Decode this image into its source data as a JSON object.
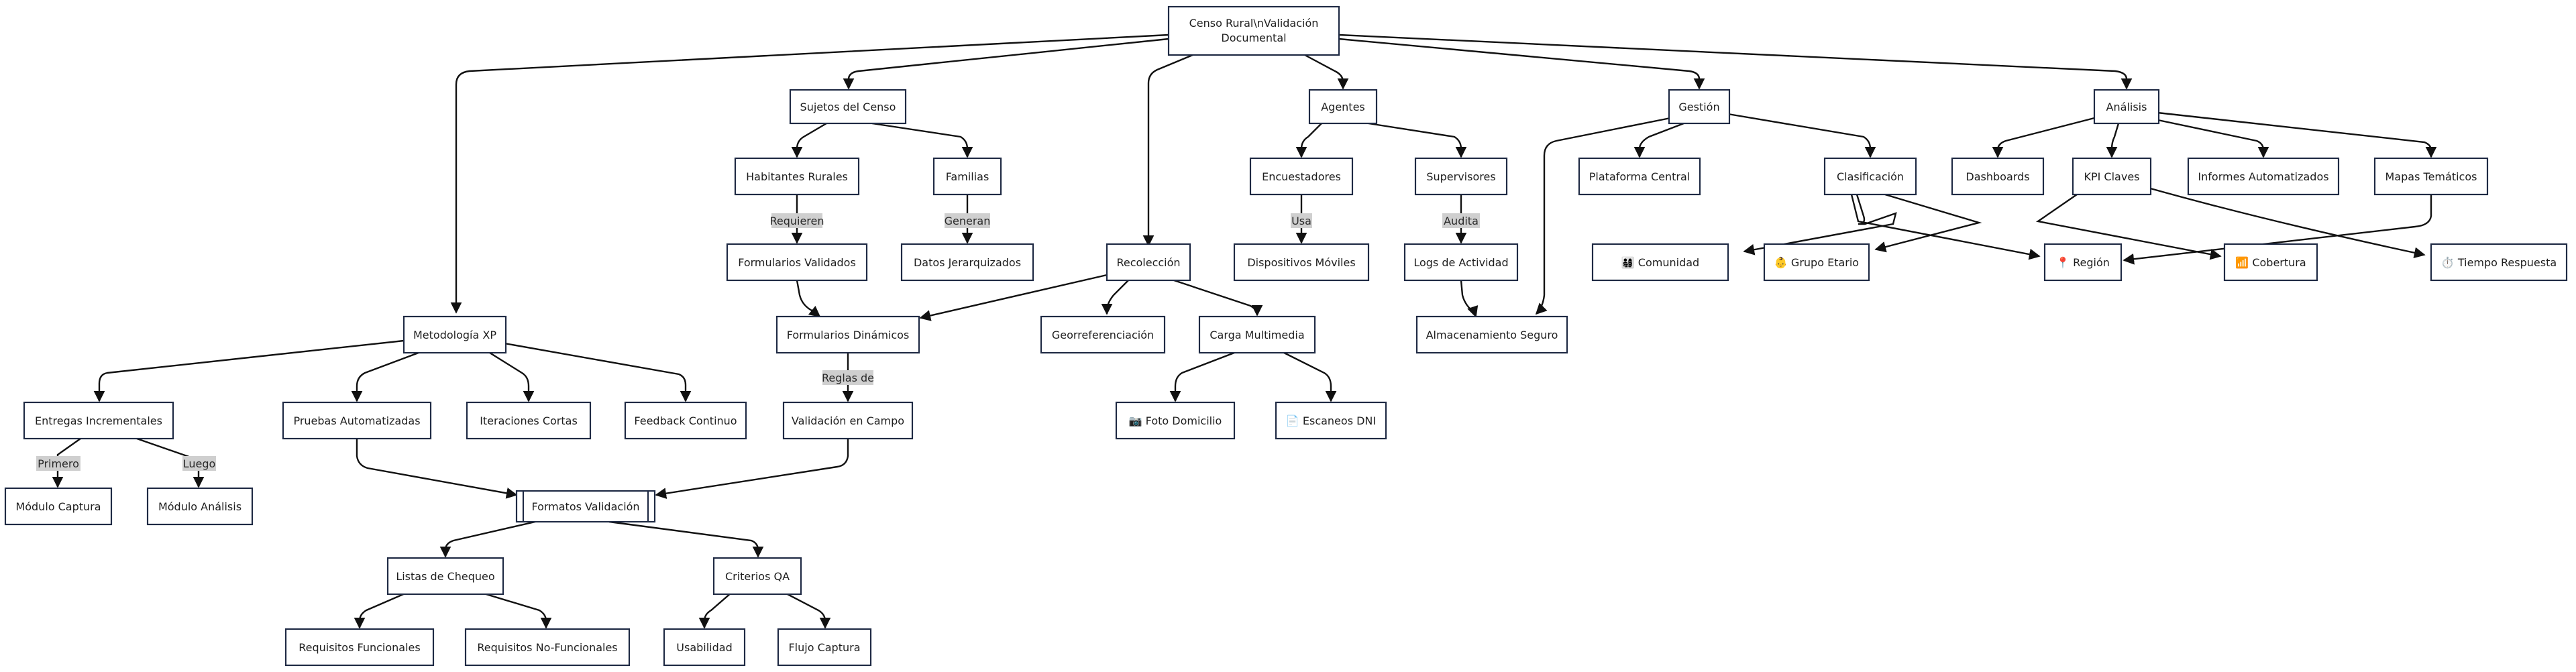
{
  "nodes": {
    "root_line1": "Censo Rural\\nValidación",
    "root_line2": "Documental",
    "sujetos": "Sujetos del Censo",
    "agentes": "Agentes",
    "gestion": "Gestión",
    "analisis": "Análisis",
    "habitantes": "Habitantes Rurales",
    "familias": "Familias",
    "encuestadores": "Encuestadores",
    "supervisores": "Supervisores",
    "plataforma": "Plataforma Central",
    "clasificacion": "Clasificación",
    "dashboards": "Dashboards",
    "kpi": "KPI Claves",
    "informes": "Informes Automatizados",
    "mapas": "Mapas Temáticos",
    "formularios_validados": "Formularios Validados",
    "datos_jerarquizados": "Datos Jerarquizados",
    "recoleccion": "Recolección",
    "dispositivos": "Dispositivos Móviles",
    "logs": "Logs de Actividad",
    "comunidad": "👨‍👩‍👧‍👦 Comunidad",
    "grupo_etario": "👶 Grupo Etario",
    "region": "📍 Región",
    "cobertura": "📶 Cobertura",
    "tiempo": "⏱️ Tiempo Respuesta",
    "metodologia": "Metodología XP",
    "formularios_dinamicos": "Formularios Dinámicos",
    "georreferenciacion": "Georreferenciación",
    "carga": "Carga Multimedia",
    "almacenamiento": "Almacenamiento Seguro",
    "entregas": "Entregas Incrementales",
    "pruebas": "Pruebas Automatizadas",
    "iteraciones": "Iteraciones Cortas",
    "feedback": "Feedback Continuo",
    "validacion_campo": "Validación en Campo",
    "foto": "📷 Foto Domicilio",
    "escaneos": "📄 Escaneos DNI",
    "modulo_captura": "Módulo Captura",
    "modulo_analisis": "Módulo Análisis",
    "formatos": "Formatos Validación",
    "listas": "Listas de Chequeo",
    "criterios": "Criterios QA",
    "req_func": "Requisitos Funcionales",
    "req_nofunc": "Requisitos No-Funcionales",
    "usabilidad": "Usabilidad",
    "flujo": "Flujo Captura"
  },
  "edge_labels": {
    "requieren": "Requieren",
    "generan": "Generan",
    "usa": "Usa",
    "audita": "Audita",
    "reglas": "Reglas de",
    "primero": "Primero",
    "luego": "Luego"
  },
  "colors": {
    "node_border": "#1f2a44",
    "edge": "#111111",
    "label_bg": "#cfcfcf"
  }
}
